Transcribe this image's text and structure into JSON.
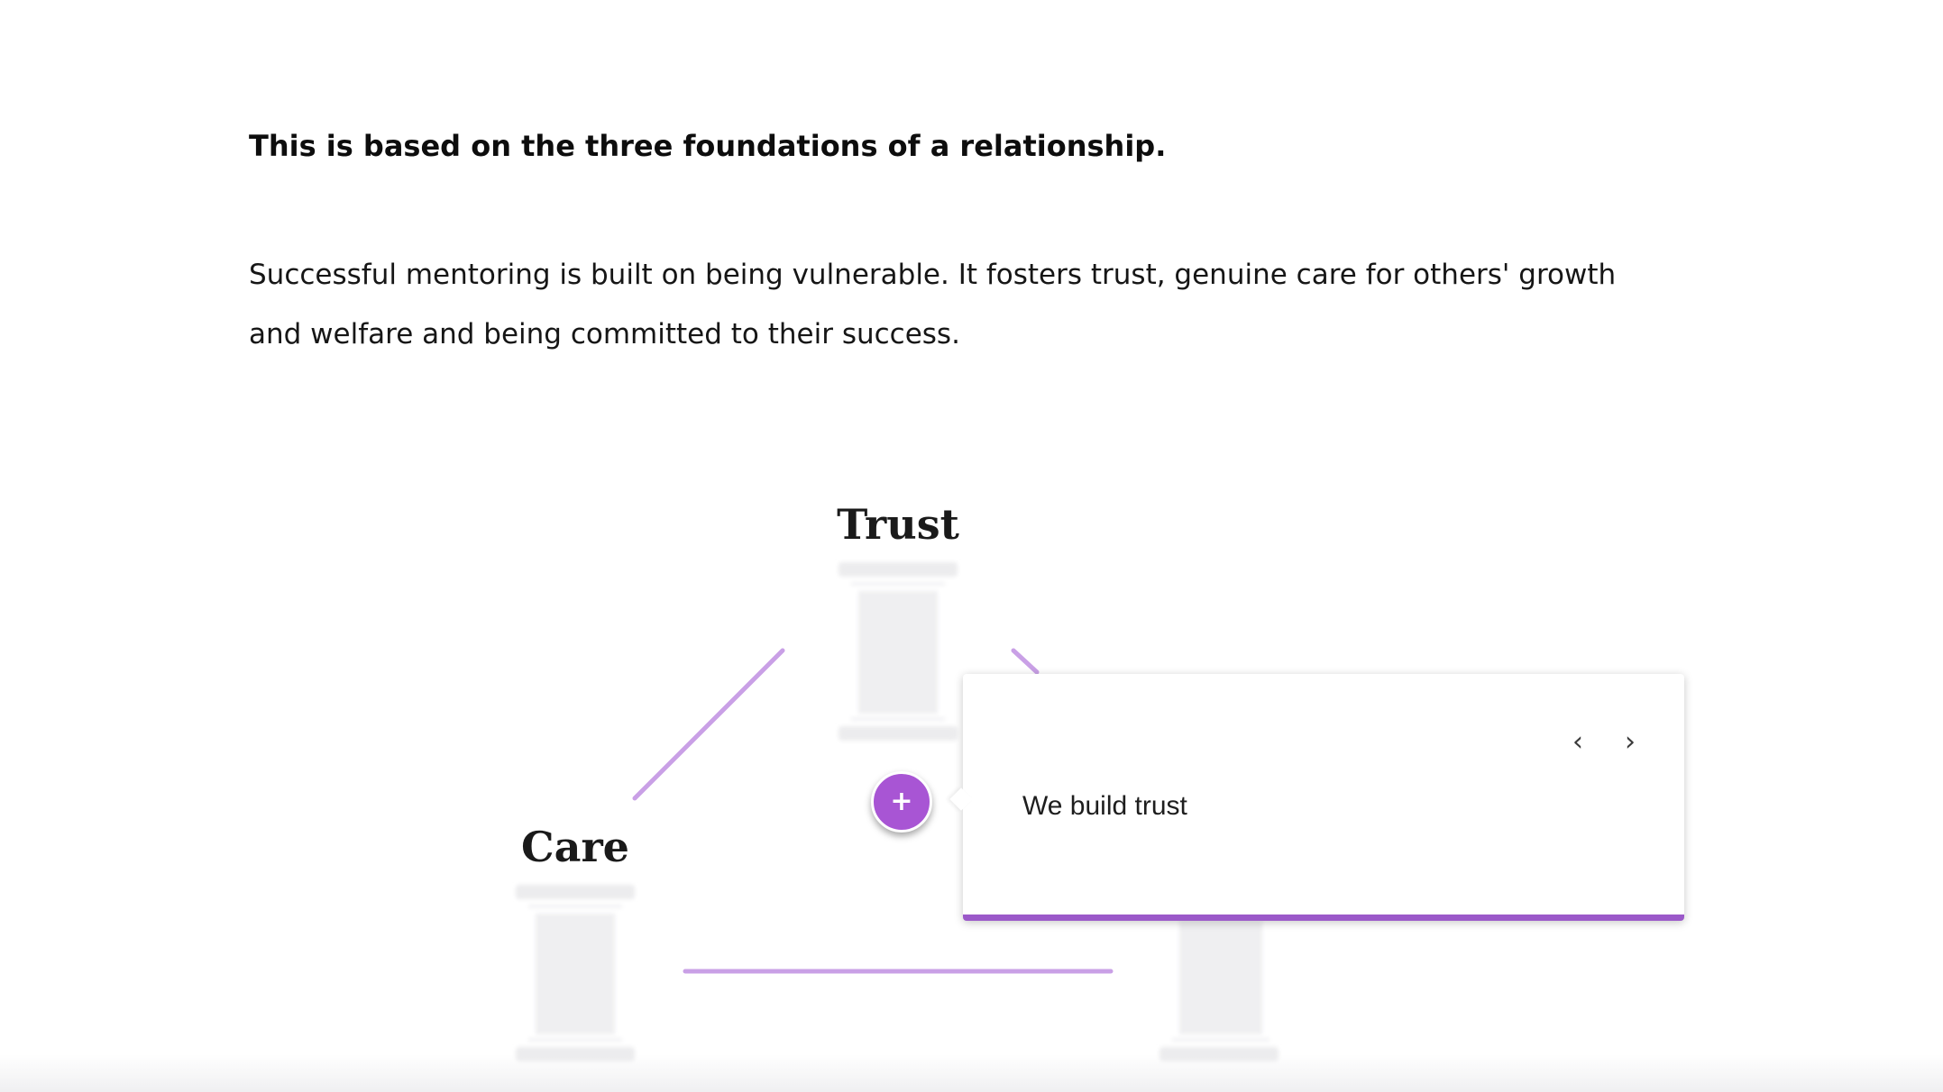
{
  "content": {
    "heading": "This is based on the three foundations of a relationship.",
    "paragraph": "Successful mentoring is built on being vulnerable. It fosters trust, genuine care for others' growth and welfare and being committed to their success."
  },
  "diagram": {
    "pillars": [
      {
        "label": "Trust"
      },
      {
        "label": "Care"
      },
      {
        "label": ""
      }
    ],
    "hotspot": {
      "icon": "plus-icon",
      "symbol": "+"
    },
    "popover": {
      "text": "We build trust",
      "prev_symbol": "‹",
      "next_symbol": "›",
      "prev_icon": "chevron-left-icon",
      "next_icon": "chevron-right-icon"
    }
  },
  "colors": {
    "accent": "#a855d4",
    "accent_bar": "#9b59c9",
    "connector": "#c9a0e6",
    "pillar": "#efeff1"
  }
}
